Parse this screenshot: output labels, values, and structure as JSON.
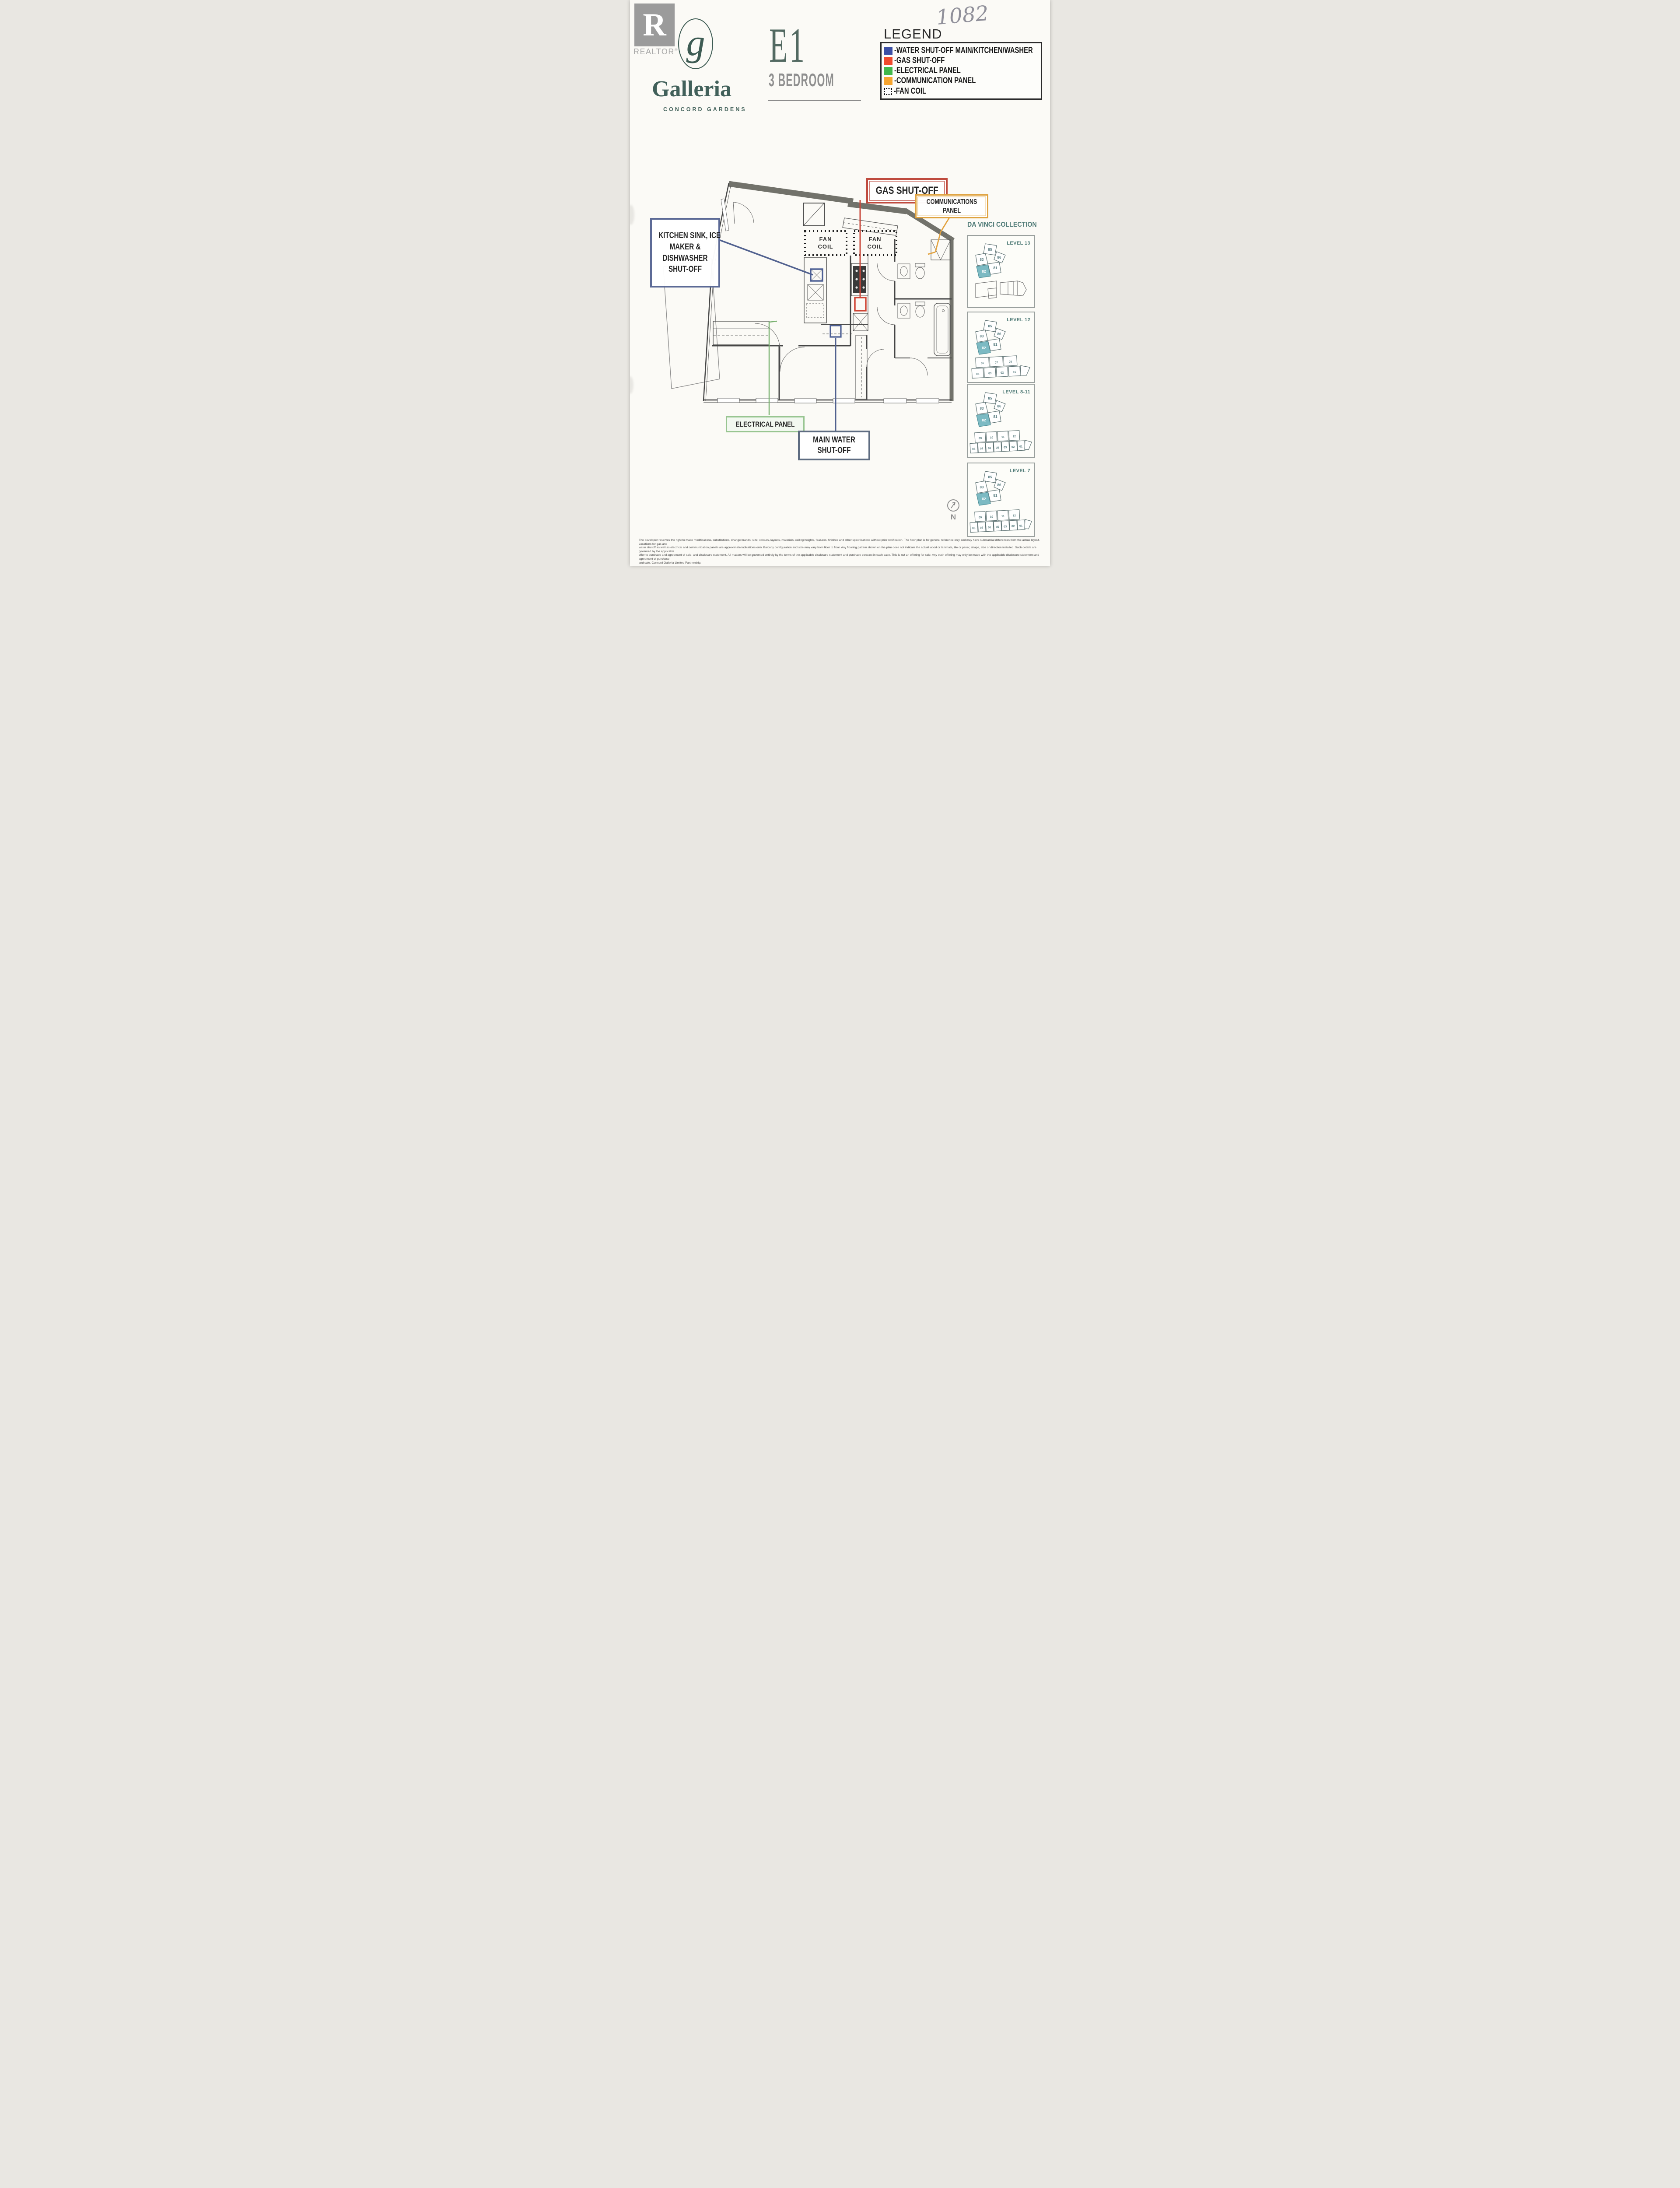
{
  "branding": {
    "realtor_initial": "R",
    "realtor_label": "REALTOR",
    "realtor_reg": "®",
    "monogram_letter": "g",
    "project_name": "Galleria",
    "project_subtitle": "CONCORD GARDENS"
  },
  "header": {
    "plan_code": "E1",
    "plan_type": "3 BEDROOM",
    "handwritten_note": "1082"
  },
  "legend": {
    "title": "LEGEND",
    "items": [
      {
        "label": "-WATER SHUT-OFF MAIN/KITCHEN/WASHER",
        "swatch_color": "#3b4fa5"
      },
      {
        "label": "-GAS SHUT-OFF",
        "swatch_color": "#f04a2c"
      },
      {
        "label": "-ELECTRICAL PANEL",
        "swatch_color": "#41b84a"
      },
      {
        "label": "-COMMUNICATION PANEL",
        "swatch_color": "#f7a52f"
      },
      {
        "label": "-FAN COIL",
        "swatch_color": "dotted-outline"
      }
    ]
  },
  "floorplan": {
    "fan_coil_line1": "FAN",
    "fan_coil_line2": "COIL",
    "callouts": {
      "gas": "GAS SHUT-OFF",
      "communications_lines": [
        "COMMUNICATIONS",
        "PANEL"
      ],
      "kitchen_lines": [
        "KITCHEN SINK, ICE",
        "MAKER &",
        "DISHWASHER",
        "SHUT-OFF"
      ],
      "electrical": "ELECTRICAL PANEL",
      "main_water_lines": [
        "MAIN WATER",
        "SHUT-OFF"
      ]
    }
  },
  "collection": {
    "title": "DA VINCI COLLECTION",
    "cluster_units": {
      "u85": "85",
      "u86": "86",
      "u83": "83",
      "u81": "81",
      "u82": "82"
    },
    "levels": [
      {
        "label": "LEVEL 13"
      },
      {
        "label": "LEVEL 12",
        "row_top": [
          "06",
          "07",
          "08"
        ],
        "row_bottom": [
          "05",
          "03",
          "02",
          "01"
        ]
      },
      {
        "label": "LEVEL 8-11",
        "row_top": [
          "09",
          "10",
          "11",
          "12"
        ],
        "row_bottom": [
          "08",
          "07",
          "06",
          "05",
          "03",
          "02",
          "01"
        ]
      },
      {
        "label": "LEVEL 7",
        "row_top": [
          "09",
          "10",
          "11",
          "12"
        ],
        "row_bottom": [
          "08",
          "07",
          "06",
          "05",
          "03",
          "02",
          "01"
        ]
      }
    ],
    "compass_label": "N"
  },
  "disclaimer": {
    "lines": [
      "The developer reserves the right to make modifications, substitutions, change brands, size, colours, layouts, materials, ceiling heights, features, finishes and other specifications without prior notification. The floor plan is for general reference only and may have substantial differences from the actual layout. Locations for gas and",
      "water shutoff as well as electrical and communication panels are approximate indications only. Balcony configuration and size may vary from floor to floor. Any flooring pattern shown on the plan does not indicate the actual wood or laminate, tile or paver, shape, size or direction installed. Such details are governed by the applicable",
      "offer to purchase and agreement of sale, and disclosure statement. All matters will be governed entirely by the terms of the applicable disclosure statement and purchase contract in each case. This is not an offering for sale. Any such offering may only be made with the applicable disclosure statement and agreement of purchase",
      "and sale. Concord Galleria Limited Partnership."
    ]
  },
  "colors": {
    "brand_teal": "#41605a",
    "legend_water_blue": "#3b4fa5",
    "legend_gas_red": "#f04a2c",
    "legend_electrical_green": "#41b84a",
    "legend_communication_orange": "#f7a52f",
    "callout_gas_border": "#bf4a3e",
    "callout_comm_border": "#dfa23f",
    "callout_water_border": "#5c6a96",
    "callout_electrical_border": "#98c591",
    "highlighted_unit_teal": "#7cbac3"
  }
}
